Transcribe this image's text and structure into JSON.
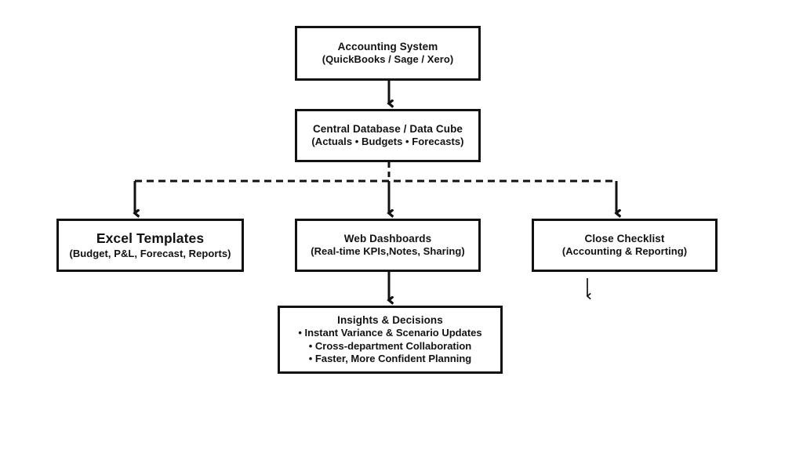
{
  "diagram": {
    "title_hidden": "",
    "colors": {
      "stroke": "#121212",
      "background": "#ffffff"
    },
    "nodes": [
      {
        "id": "accounting-system",
        "title": "Accounting System",
        "sub": "(QuickBooks / Sage / Xero)"
      },
      {
        "id": "central-database",
        "title": "Central Database / Data Cube",
        "sub": "(Actuals • Budgets • Forecasts)"
      },
      {
        "id": "excel-templates",
        "title": "Excel Templates",
        "sub": "(Budget, P&L, Forecast, Reports)"
      },
      {
        "id": "web-dashboards",
        "title": "Web Dashboards",
        "sub": "(Real-time KPIs,Notes, Sharing)"
      },
      {
        "id": "close-checklist",
        "title": "Close Checklist",
        "sub": "(Accounting & Reporting)"
      },
      {
        "id": "insights-decisions",
        "title": "Insights & Decisions",
        "bullets": [
          "• Instant Variance & Scenario Updates",
          "• Cross-department Collaboration",
          "• Faster, More Confident Planning"
        ]
      }
    ],
    "connectors": [
      {
        "id": "accounting-to-database",
        "style": "solid",
        "arrow": true
      },
      {
        "id": "database-to-bus",
        "style": "dashed",
        "arrow": false
      },
      {
        "id": "bus-horizontal",
        "style": "dashed",
        "arrow": false
      },
      {
        "id": "bus-to-excel",
        "style": "solid",
        "arrow": true
      },
      {
        "id": "bus-to-dashboards",
        "style": "solid",
        "arrow": true
      },
      {
        "id": "bus-to-checklist",
        "style": "solid",
        "arrow": true
      },
      {
        "id": "dashboards-to-insights",
        "style": "solid",
        "arrow": true
      },
      {
        "id": "checklist-outflow",
        "style": "solid",
        "arrow": true
      }
    ]
  }
}
